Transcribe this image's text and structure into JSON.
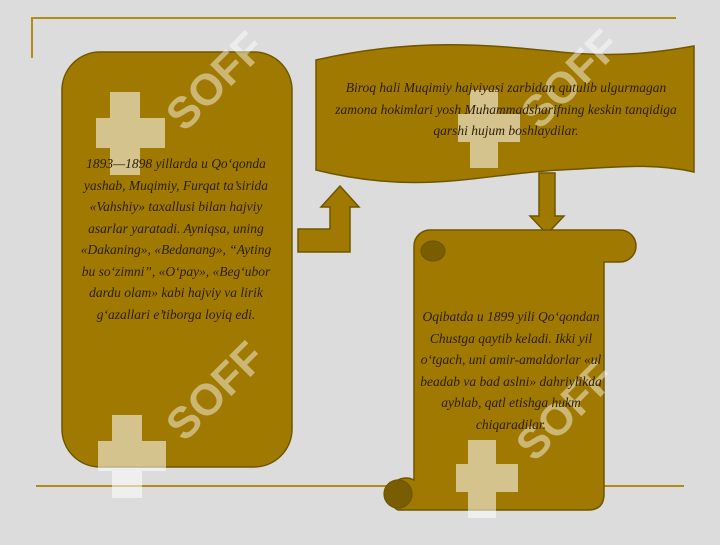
{
  "colors": {
    "background": "#dcdcdc",
    "fill": "#a07a00",
    "stroke": "#6e5500",
    "rule": "#b08c1a",
    "text": "#2b1d00",
    "watermark": "#ffffff"
  },
  "watermark_text": "SOFF",
  "boxes": {
    "left": "1893—1898 yillarda u Qo‘qonda yashab, Muqimiy, Furqat ta’sirida «Vahshiy» taxallusi bilan hajviy asarlar yaratadi. Ayniqsa, uning «Dakaning», «Bedanang», “Ayting bu so‘zimni”, «O‘pay», «Beg‘ubor dardu olam» kabi hajviy va lirik g‘azallari e’tiborga loyiq edi.",
    "banner": "Biroq hali Muqimiy hajviyasi zarbidan qutulib ulgurmagan zamona hokimlari yosh Muhammadsharifning keskin tanqidiga qarshi hujum boshlaydilar.",
    "scroll": "Oqibatda u 1899 yili Qo‘qondan Chustga qaytib keladi. Ikki yil o‘tgach, uni amir-amaldorlar «ul beadab va bad aslni» dahriylikda ayblab, qatl etishga hukm chiqaradilar."
  }
}
